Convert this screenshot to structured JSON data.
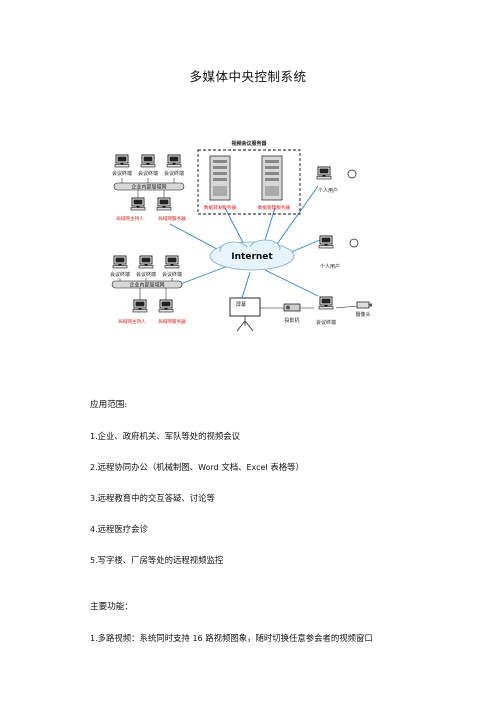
{
  "document": {
    "title": "多媒体中央控制系统",
    "figure": {
      "server_group_label": "视频会议服务器",
      "server_left_label": "数据转发服务器",
      "server_right_label": "数据管理服务器",
      "internet_label": "Internet",
      "top_lan": {
        "terminal_label": "会议终端",
        "lan_label": "企业内部局域网",
        "host_label": "局域网主持人",
        "server_label": "局域网服务器"
      },
      "bottom_lan": {
        "terminal_label": "会议终端",
        "lan_label": "企业内部局域网",
        "host_label": "局域网主持人",
        "server_label": "局域网服务器"
      },
      "user_top_label": "个人用户",
      "user_bottom_label": "个人用户",
      "screen_label": "屏幕",
      "projector_label": "投影机",
      "conf_terminal_label": "会议终端",
      "camera_label": "摄像头"
    },
    "scope": {
      "heading": "应用范围:",
      "items": [
        {
          "num": "1.",
          "text": "企业、政府机关、军队等处的视频会议"
        },
        {
          "num": "2.",
          "p1": "远程协同办公（机械制图、",
          "w1": "Word",
          "p2": " 文档、",
          "w2": "Excel",
          "p3": " 表格等）"
        },
        {
          "num": "3.",
          "text": "远程教育中的交互答疑、讨论等"
        },
        {
          "num": "4.",
          "text": "远程医疗会诊"
        },
        {
          "num": "5.",
          "text": "写字楼、厂房等处的远程视频监控"
        }
      ]
    },
    "functions": {
      "heading": "主要功能：",
      "items": [
        {
          "num": "1.",
          "p1": "多路视频：系统同时支持 ",
          "n1": "16",
          "p2": " 路视频图象，随时切换任意参会者的视频窗口"
        }
      ]
    }
  }
}
